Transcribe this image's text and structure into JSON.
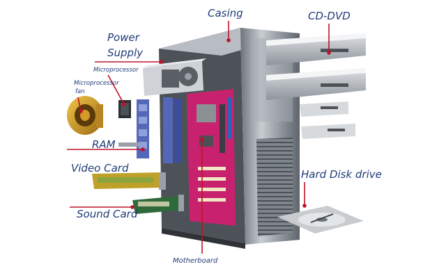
{
  "labels": {
    "casing": "Casing",
    "cd_dvd": "CD-DVD",
    "power_supply_line1": "Power",
    "power_supply_line2": "Supply",
    "microprocessor": "Microprocessor",
    "microprocessor_fan_line1": "Microprocessor",
    "microprocessor_fan_line2": "fan",
    "ram": "RAM",
    "video_card": "Video Card",
    "sound_card": "Sound Card",
    "hard_disk_drive": "Hard Disk drive",
    "motherboard": "Motherboard"
  },
  "colors": {
    "label_text": "#1f3a78",
    "leader_line": "#c0122a",
    "motherboard": "#c8226e",
    "ram_module": "#5567b8",
    "chassis": "#9aa0a8"
  }
}
